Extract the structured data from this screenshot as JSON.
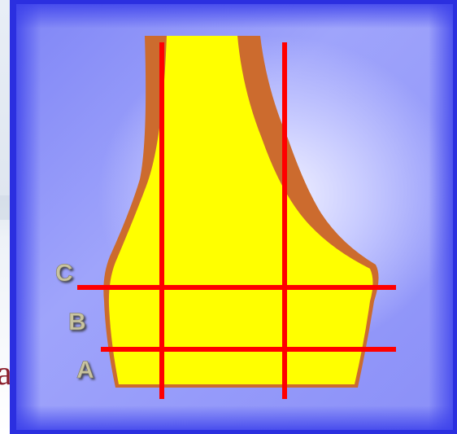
{
  "background": {
    "partial_text": "a",
    "text_color": "#8b1e2b"
  },
  "diagram": {
    "labels": {
      "c": "C",
      "b": "B",
      "a": "A"
    },
    "colors": {
      "panel_border": "#2b2fe0",
      "shape_fill": "#ffff00",
      "shape_outline": "#cc6b2e",
      "lines": "#ff0000",
      "label_fill": "#c8c3a0"
    }
  }
}
